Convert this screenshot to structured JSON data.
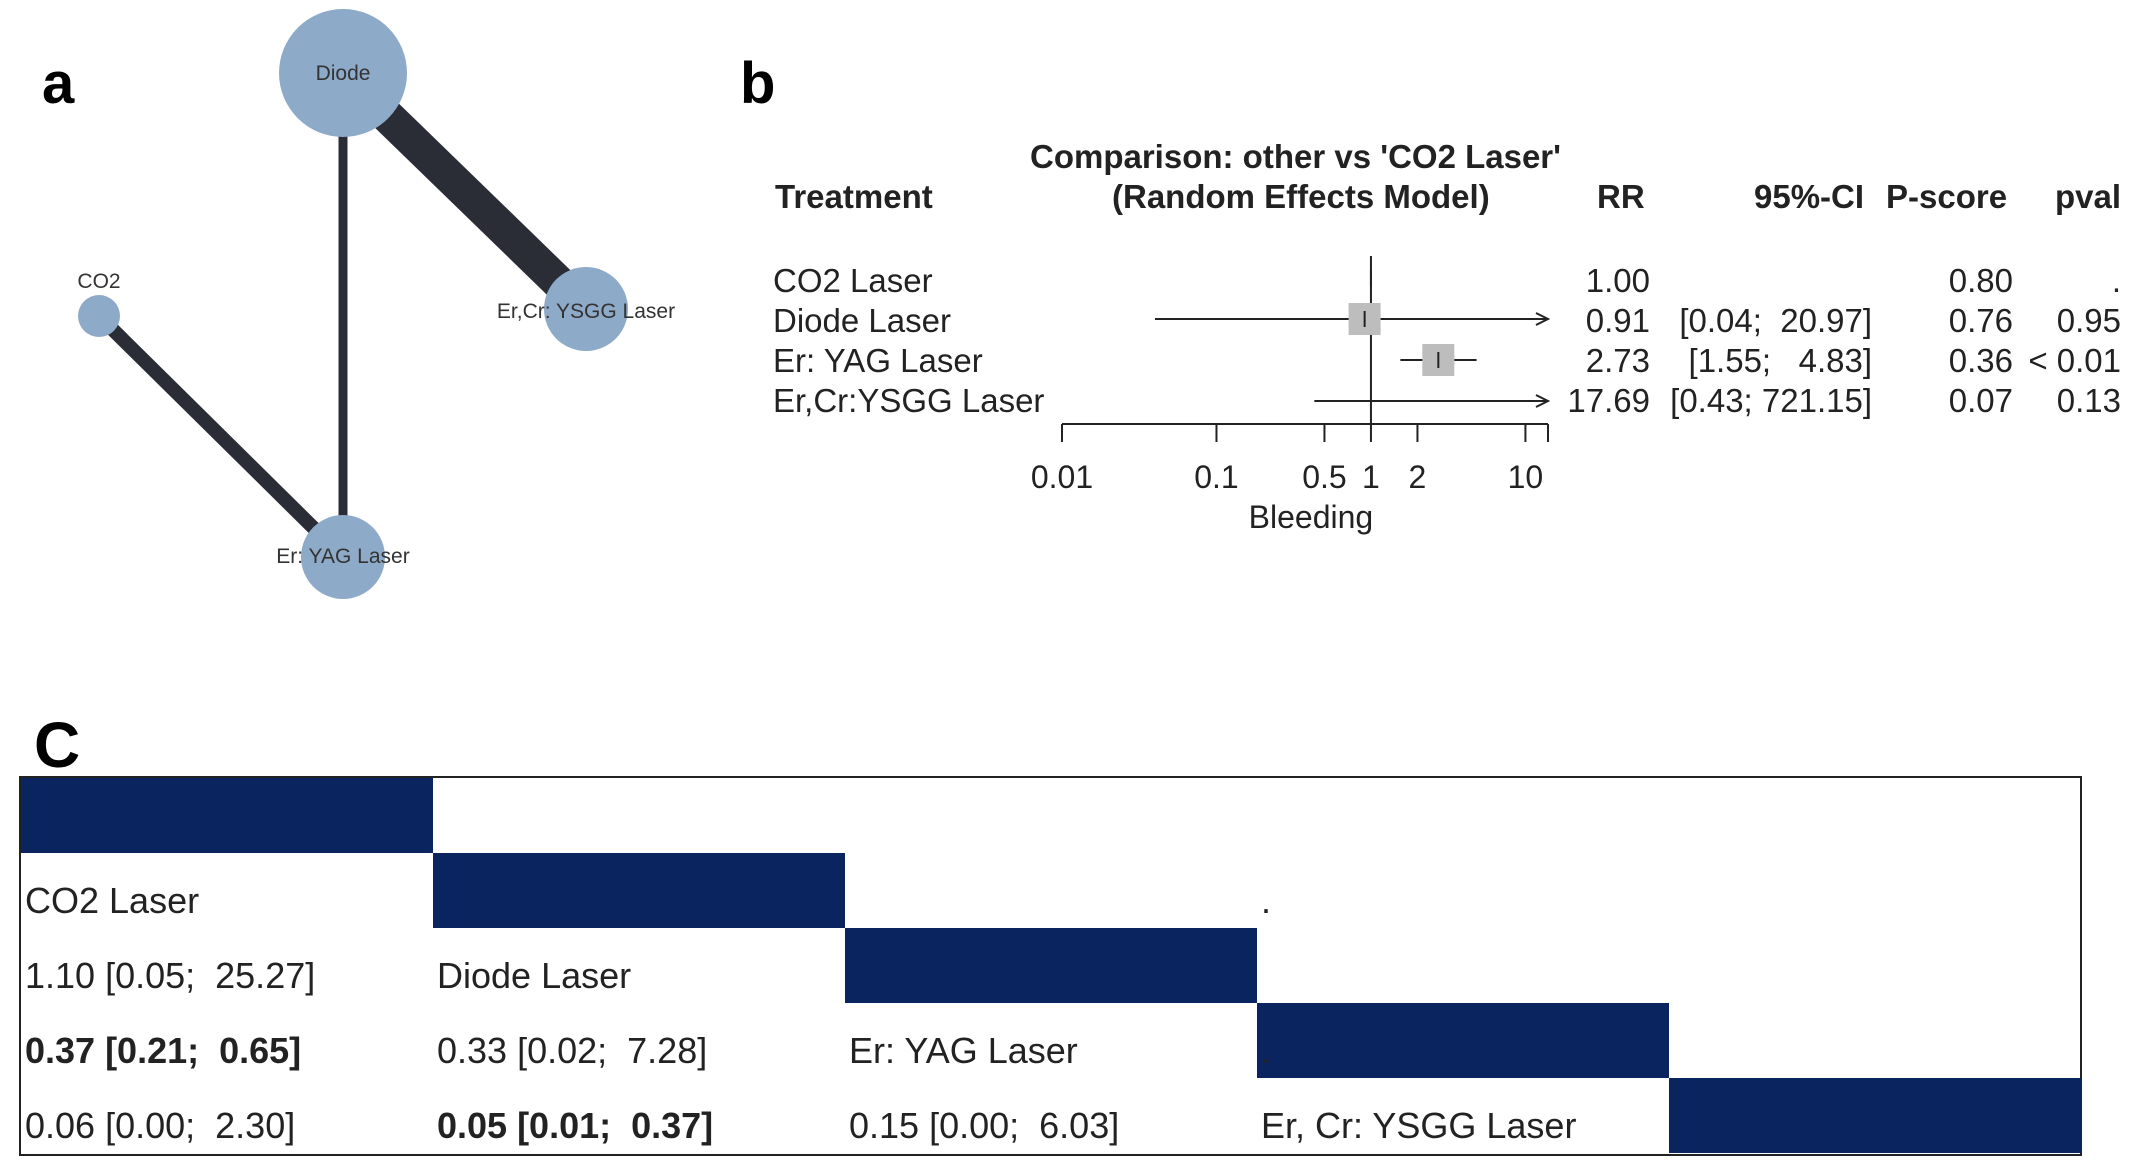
{
  "panels": {
    "a": "a",
    "b": "b",
    "c": "C"
  },
  "network": {
    "nodes": [
      {
        "id": "diode",
        "label": "Diode"
      },
      {
        "id": "co2",
        "label": "CO2"
      },
      {
        "id": "ercr",
        "label": "Er,Cr: YSGG Laser"
      },
      {
        "id": "eryag",
        "label": "Er: YAG Laser"
      }
    ]
  },
  "chart_data": {
    "type": "forest",
    "title": "Comparison: other vs 'CO2 Laser'",
    "subtitle": "(Random Effects Model)",
    "columns": [
      "Treatment",
      "RR",
      "95%-CI",
      "P-score",
      "pval"
    ],
    "xlabel": "Bleeding",
    "xscale": "log",
    "xticks": [
      0.01,
      0.1,
      0.5,
      1,
      2,
      10
    ],
    "xtick_labels": [
      "0.01",
      "0.1",
      "0.5",
      "1",
      "2",
      "10"
    ],
    "xlim": [
      0.01,
      14
    ],
    "reference_line": 1,
    "rows": [
      {
        "treatment": "CO2 Laser",
        "rr": "1.00",
        "ci": "",
        "pscore": "0.80",
        "pval": ".",
        "est": 1.0,
        "lo": null,
        "hi": null
      },
      {
        "treatment": "Diode Laser",
        "rr": "0.91",
        "ci": "[0.04;  20.97]",
        "pscore": "0.76",
        "pval": "0.95",
        "est": 0.91,
        "lo": 0.04,
        "hi": 20.97
      },
      {
        "treatment": "Er: YAG Laser",
        "rr": "2.73",
        "ci": "[1.55;   4.83]",
        "pscore": "0.36",
        "pval": "< 0.01",
        "est": 2.73,
        "lo": 1.55,
        "hi": 4.83
      },
      {
        "treatment": "Er,Cr:YSGG Laser",
        "rr": "17.69",
        "ci": "[0.43; 721.15]",
        "pscore": "0.07",
        "pval": "0.13",
        "est": 17.69,
        "lo": 0.43,
        "hi": 721.15
      }
    ]
  },
  "league": {
    "diagonal_color": "#0a2460",
    "cells": [
      {
        "r": 1,
        "c": 0,
        "text": "CO2 Laser",
        "bold": false
      },
      {
        "r": 1,
        "c": 3,
        "text": ".",
        "bold": false
      },
      {
        "r": 2,
        "c": 0,
        "text": "1.10 [0.05;  25.27]",
        "bold": false
      },
      {
        "r": 2,
        "c": 1,
        "text": "Diode Laser",
        "bold": false
      },
      {
        "r": 3,
        "c": 0,
        "text": "0.37 [0.21;  0.65]",
        "bold": true
      },
      {
        "r": 3,
        "c": 1,
        "text": "0.33 [0.02;  7.28]",
        "bold": false
      },
      {
        "r": 3,
        "c": 2,
        "text": "Er: YAG Laser",
        "bold": false
      },
      {
        "r": 3,
        "c": 3,
        "text": ".",
        "bold": false
      },
      {
        "r": 4,
        "c": 0,
        "text": "0.06 [0.00;  2.30]",
        "bold": false
      },
      {
        "r": 4,
        "c": 1,
        "text": "0.05 [0.01;  0.37]",
        "bold": true
      },
      {
        "r": 4,
        "c": 2,
        "text": "0.15 [0.00;  6.03]",
        "bold": false
      },
      {
        "r": 4,
        "c": 3,
        "text": "Er, Cr: YSGG Laser",
        "bold": false
      }
    ]
  }
}
